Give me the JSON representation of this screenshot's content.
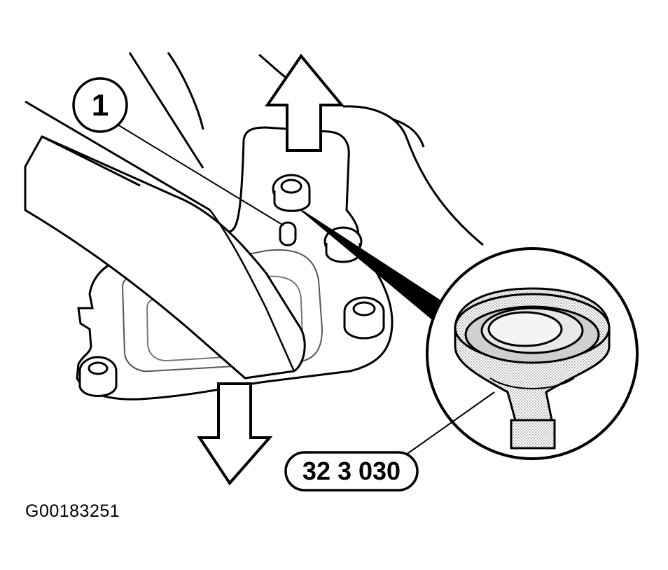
{
  "diagram": {
    "callout_1": "1",
    "tool_number": "32 3 030",
    "figure_id": "G00183251"
  },
  "colors": {
    "line": "#000000",
    "background": "#ffffff",
    "shading": "#d9d9d9"
  }
}
